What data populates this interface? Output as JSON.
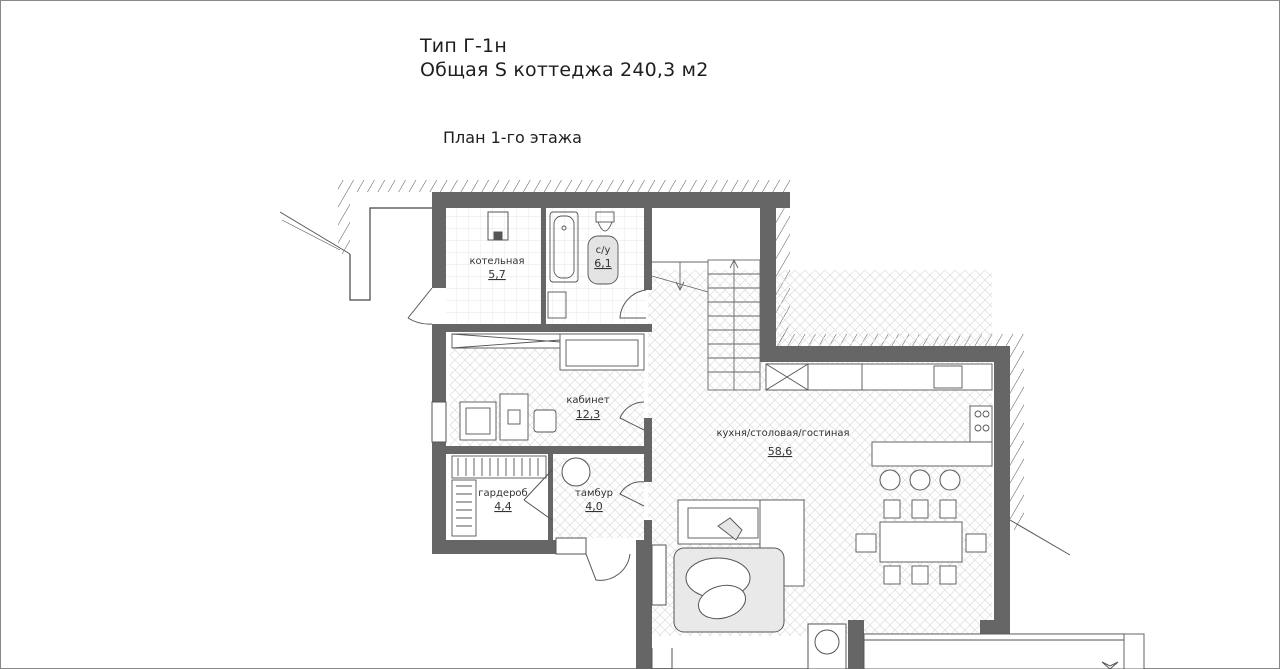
{
  "header": {
    "type_line": "Тип Г-1н",
    "area_line": "Общая S коттеджа 240,3 м2"
  },
  "floor_title": "План 1-го этажа",
  "rooms": {
    "boiler": {
      "name": "котельная",
      "area": "5,7"
    },
    "bathroom": {
      "name": "с/у",
      "area": "6,1"
    },
    "office": {
      "name": "кабинет",
      "area": "12,3"
    },
    "living": {
      "name": "кухня/столовая/гостиная",
      "area": "58,6"
    },
    "wardrobe": {
      "name": "гардероб",
      "area": "4,4"
    },
    "vestibule": {
      "name": "тамбур",
      "area": "4,0"
    }
  },
  "colors": {
    "wall": "#666666",
    "floor_hatch": "#d8d8d8",
    "line": "#555555"
  }
}
